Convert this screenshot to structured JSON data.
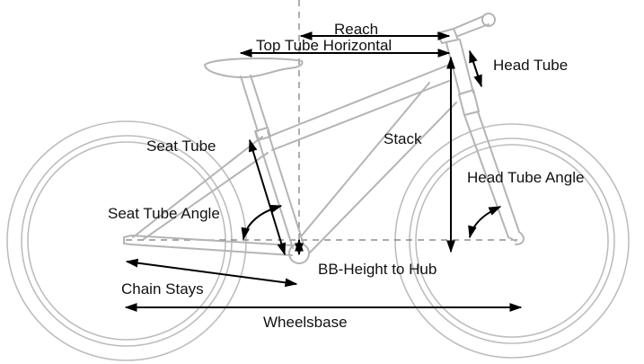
{
  "diagram": {
    "title": "Bike geometry",
    "colors": {
      "frame": "#b4b4b4",
      "wheel": "#bdbdbd",
      "dimension": "#000000",
      "guide": "#777777",
      "text": "#111111"
    },
    "labels": {
      "reach": "Reach",
      "top_tube_horizontal": "Top Tube Horizontal",
      "head_tube": "Head Tube",
      "stack": "Stack",
      "seat_tube": "Seat Tube",
      "head_tube_angle": "Head Tube Angle",
      "seat_tube_angle": "Seat Tube Angle",
      "bb_height_to_hub": "BB-Height to Hub",
      "chain_stays": "Chain Stays",
      "wheelsbase": "Wheelsbase"
    },
    "components": [
      "rear-wheel",
      "front-wheel",
      "frame",
      "saddle",
      "seatpost",
      "fork",
      "stem",
      "handlebar",
      "bottom-bracket"
    ]
  }
}
